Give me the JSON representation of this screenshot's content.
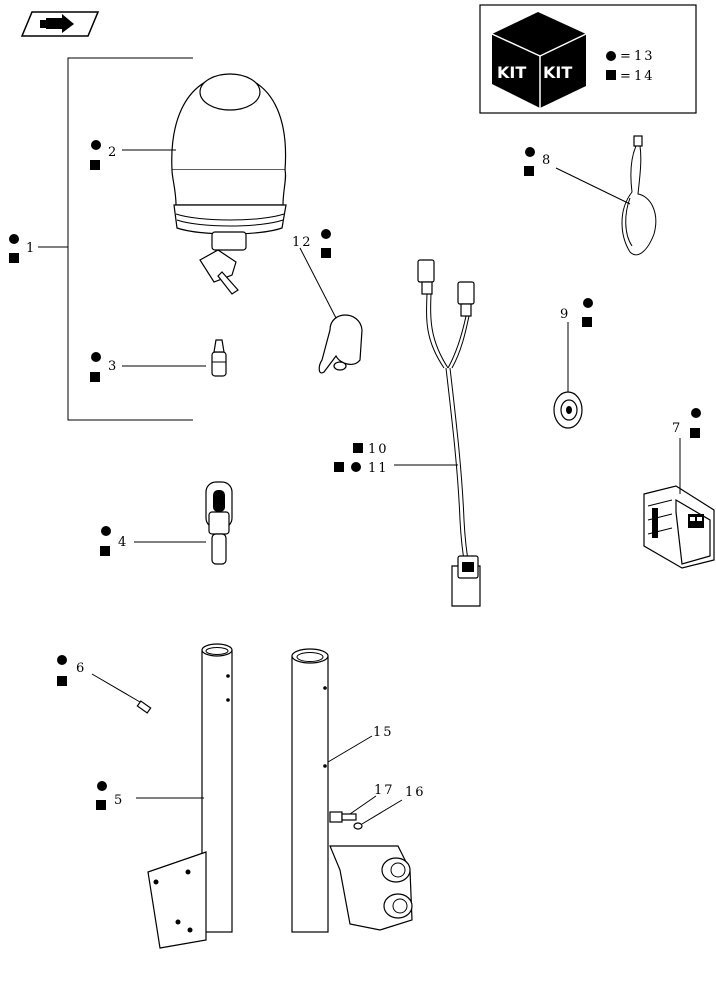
{
  "kit_box": {
    "cube_label_left": "KIT",
    "cube_label_right": "KIT",
    "legend": [
      {
        "symbol": "circle",
        "ref": "13"
      },
      {
        "symbol": "square",
        "ref": "14"
      }
    ]
  },
  "callouts": {
    "c1": "1",
    "c2": "2",
    "c3": "3",
    "c4": "4",
    "c5": "5",
    "c6": "6",
    "c7": "7",
    "c8": "8",
    "c9": "9",
    "c10": "10",
    "c11": "11",
    "c12": "12",
    "c15": "15",
    "c16": "16",
    "c17": "17"
  },
  "icons": {
    "nav": "arrow-right-icon",
    "circle": "circle-marker-icon",
    "square": "square-marker-icon"
  }
}
